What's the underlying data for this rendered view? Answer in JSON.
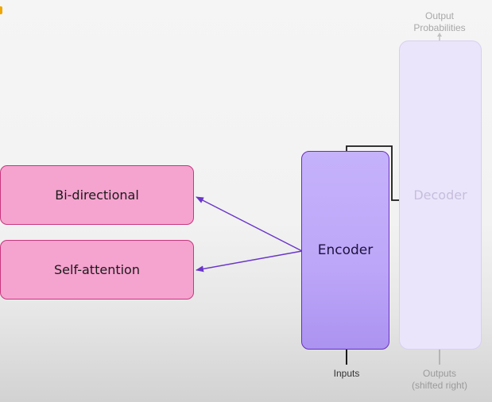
{
  "diagram": {
    "boxes": {
      "bidirectional": "Bi-directional",
      "self_attention": "Self-attention",
      "encoder": "Encoder",
      "decoder": "Decoder"
    },
    "labels": {
      "inputs": "Inputs",
      "outputs_line1": "Outputs",
      "outputs_line2": "(shifted right)",
      "output_probabilities_line1": "Output",
      "output_probabilities_line2": "Probabilities"
    }
  },
  "colors": {
    "pink_fill": "#f5a3cf",
    "pink_border": "#c8377f",
    "encoder_fill": "#bca6f8",
    "encoder_border": "#6a2fc0",
    "decoder_fill": "#ebe5fb",
    "arrow": "#6a35c9",
    "accent_mark": "#f0a500"
  }
}
